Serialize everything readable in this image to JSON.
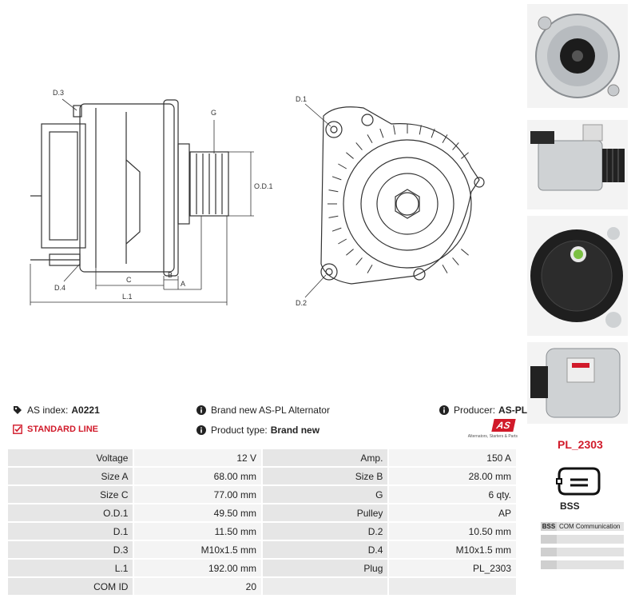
{
  "drawing": {
    "labels": {
      "d3": "D.3",
      "g": "G",
      "od1": "O.D.1",
      "d1": "D.1",
      "d2": "D.2",
      "d4": "D.4",
      "c": "C",
      "b": "B",
      "a": "A",
      "l1": "L.1"
    }
  },
  "info": {
    "as_index_label": "AS index:",
    "as_index_value": "A0221",
    "brand_text": "Brand new AS-PL Alternator",
    "producer_label": "Producer:",
    "producer_value": "AS-PL",
    "standard_line": "STANDARD LINE",
    "product_type_label": "Product type:",
    "product_type_value": "Brand new",
    "logo_text": "AS",
    "logo_tagline": "Alternators, Starters & Parts"
  },
  "specs": [
    [
      "Voltage",
      "12 V",
      "Amp.",
      "150 A"
    ],
    [
      "Size A",
      "68.00 mm",
      "Size B",
      "28.00 mm"
    ],
    [
      "Size C",
      "77.00 mm",
      "G",
      "6 qty."
    ],
    [
      "O.D.1",
      "49.50 mm",
      "Pulley",
      "AP"
    ],
    [
      "D.1",
      "11.50 mm",
      "D.2",
      "10.50 mm"
    ],
    [
      "D.3",
      "M10x1.5 mm",
      "D.4",
      "M10x1.5 mm"
    ],
    [
      "L.1",
      "192.00 mm",
      "Plug",
      "PL_2303"
    ],
    [
      "COM ID",
      "20",
      "",
      ""
    ]
  ],
  "plug": {
    "code": "PL_2303",
    "type": "BSS",
    "rows": [
      {
        "key": "BSS",
        "value": "COM Communication"
      },
      {
        "key": "",
        "value": ""
      },
      {
        "key": "",
        "value": ""
      },
      {
        "key": "",
        "value": ""
      }
    ]
  },
  "icons": {
    "tag": "tag-icon",
    "info": "info-circle-icon",
    "check": "checkbox-icon"
  },
  "colors": {
    "accent_red": "#d11a2a",
    "label_cell": "#e6e6e6",
    "value_cell": "#f4f4f4"
  }
}
